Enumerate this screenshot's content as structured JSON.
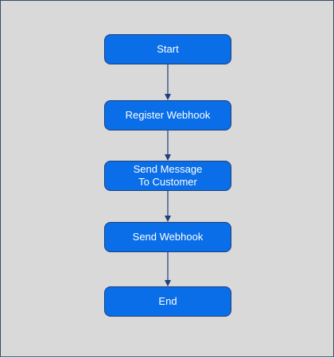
{
  "diagram": {
    "type": "flowchart",
    "nodes": [
      {
        "id": "start",
        "label": "Start"
      },
      {
        "id": "register",
        "label": "Register Webhook"
      },
      {
        "id": "send-msg",
        "label": "Send Message\nTo Customer"
      },
      {
        "id": "send-wh",
        "label": "Send Webhook"
      },
      {
        "id": "end",
        "label": "End"
      }
    ],
    "edges": [
      {
        "from": "start",
        "to": "register"
      },
      {
        "from": "register",
        "to": "send-msg"
      },
      {
        "from": "send-msg",
        "to": "send-wh"
      },
      {
        "from": "send-wh",
        "to": "end"
      }
    ],
    "colors": {
      "node_fill": "#0a6ee8",
      "node_border": "#1d3f7a",
      "edge": "#1d3f7a",
      "background": "#d9d9d9"
    }
  }
}
